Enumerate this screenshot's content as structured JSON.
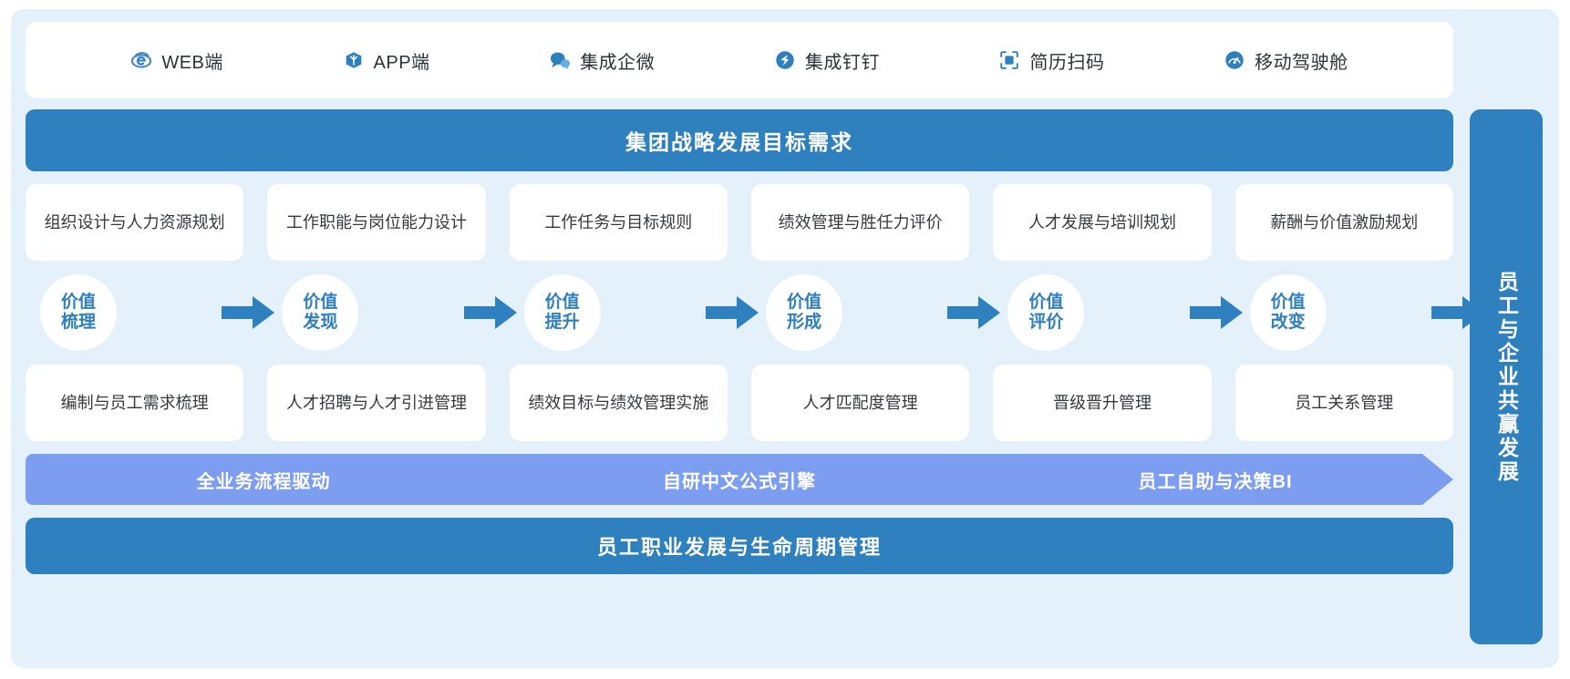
{
  "channels": [
    {
      "icon": "ie-browser-icon",
      "label": "WEB端"
    },
    {
      "icon": "app-cube-icon",
      "label": "APP端"
    },
    {
      "icon": "wecom-chat-icon",
      "label": "集成企微"
    },
    {
      "icon": "dingtalk-icon",
      "label": "集成钉钉"
    },
    {
      "icon": "resume-scan-icon",
      "label": "简历扫码"
    },
    {
      "icon": "mobile-dashboard-icon",
      "label": "移动驾驶舱"
    }
  ],
  "header_banner": {
    "title": "集团战略发展目标需求"
  },
  "top_cards": [
    "组织设计与人力资源规划",
    "工作职能与岗位能力设计",
    "工作任务与目标规则",
    "绩效管理与胜任力评价",
    "人才发展与培训规划",
    "薪酬与价值激励规划"
  ],
  "value_steps": [
    {
      "line1": "价值",
      "line2": "梳理"
    },
    {
      "line1": "价值",
      "line2": "发现"
    },
    {
      "line1": "价值",
      "line2": "提升"
    },
    {
      "line1": "价值",
      "line2": "形成"
    },
    {
      "line1": "价值",
      "line2": "评价"
    },
    {
      "line1": "价值",
      "line2": "改变"
    }
  ],
  "bottom_cards": [
    "编制与员工需求梳理",
    "人才招聘与人才引进管理",
    "绩效目标与绩效管理实施",
    "人才匹配度管理",
    "晋级晋升管理",
    "员工关系管理"
  ],
  "ribbon": [
    "全业务流程驱动",
    "自研中文公式引擎",
    "员工自助与决策BI"
  ],
  "footer_banner": {
    "title": "员工职业发展与生命周期管理"
  },
  "sidebar": {
    "label": "员工与企业共赢发展"
  },
  "colors": {
    "canvas_bg": "#e4f1fb",
    "banner_blue": "#2f80be",
    "ribbon_blue": "#7d9ef0",
    "accent_blue": "#2f7fbd",
    "card_white": "#ffffff"
  }
}
